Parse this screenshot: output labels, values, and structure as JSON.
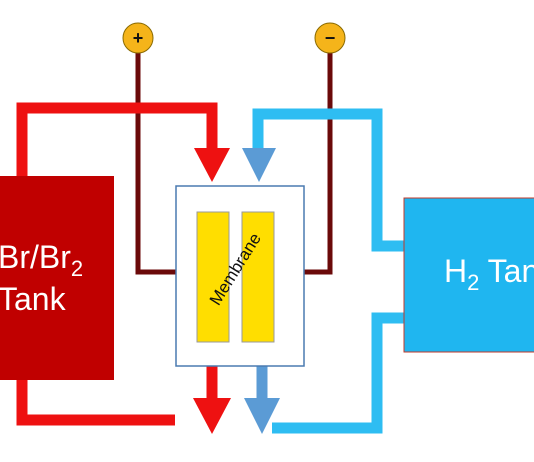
{
  "terminals": {
    "positive": {
      "symbol": "+",
      "color": "#f5b41a"
    },
    "negative": {
      "symbol": "−",
      "color": "#f5b41a"
    }
  },
  "left_tank": {
    "line1_main": "Br/Br",
    "line1_sub": "2",
    "line2": "Tank",
    "color": "#c00000"
  },
  "right_tank": {
    "line1_main": "H",
    "line1_sub": "2",
    "line1_tail": " Tank",
    "color": "#1fb6f0"
  },
  "cell": {
    "membrane_label": "Membrane",
    "electrode_color": "#ffde00"
  },
  "colors": {
    "red_flow": "#ee1111",
    "blue_flow": "#2ebdf2",
    "blue_arrow": "#5b9bd5",
    "wire": "#6b0a0a"
  }
}
